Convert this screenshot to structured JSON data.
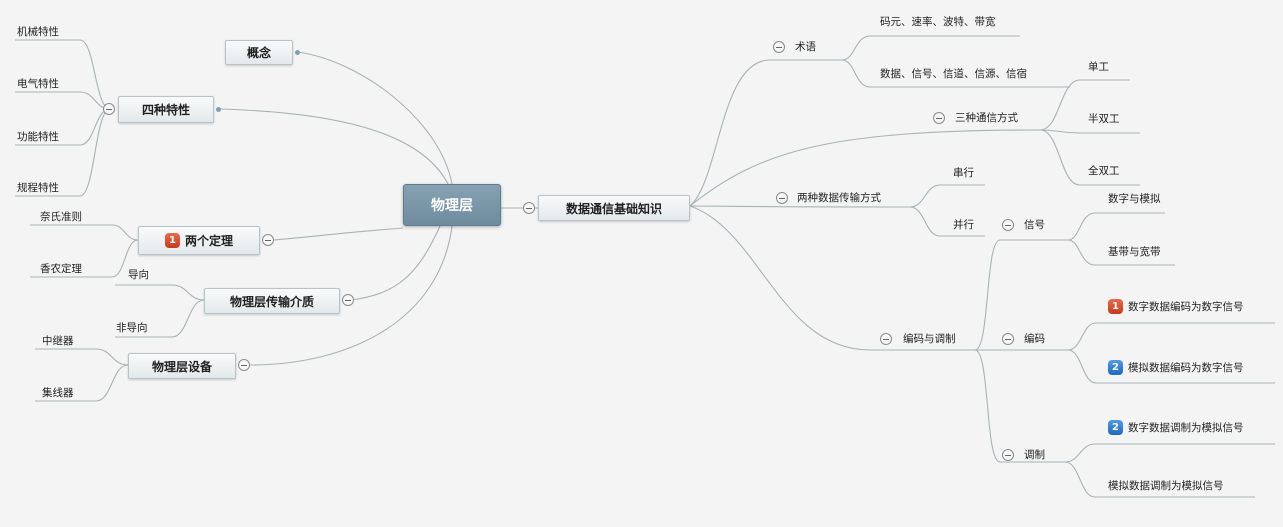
{
  "colors": {
    "background": "#f3f4f3",
    "root_fill": "#7a97a9",
    "connector": "#a8b2b7",
    "badge_red": "#d9472a",
    "badge_blue": "#2f7fd8"
  },
  "root": {
    "label": "物理层"
  },
  "left": {
    "concept": "概念",
    "four_characteristics": {
      "label": "四种特性",
      "items": [
        "机械特性",
        "电气特性",
        "功能特性",
        "规程特性"
      ]
    },
    "two_theorems": {
      "label": "两个定理",
      "badge": "1",
      "items": [
        "奈氏准则",
        "香农定理"
      ]
    },
    "media": {
      "label": "物理层传输介质",
      "items": [
        "导向",
        "非导向"
      ]
    },
    "devices": {
      "label": "物理层设备",
      "items": [
        "中继器",
        "集线器"
      ]
    }
  },
  "right": {
    "basics": {
      "label": "数据通信基础知识"
    },
    "terms": {
      "label": "术语",
      "items": [
        "码元、速率、波特、带宽",
        "数据、信号、信道、信源、信宿"
      ]
    },
    "three_modes": {
      "label": "三种通信方式",
      "items": [
        "单工",
        "半双工",
        "全双工"
      ]
    },
    "two_transmission": {
      "label": "两种数据传输方式",
      "items": [
        "串行",
        "并行"
      ]
    },
    "encoding_modulation": {
      "label": "编码与调制",
      "signal": {
        "label": "信号",
        "items": [
          "数字与模拟",
          "基带与宽带"
        ]
      },
      "encoding": {
        "label": "编码",
        "items": [
          {
            "badge": "1",
            "text": "数字数据编码为数字信号"
          },
          {
            "badge": "2",
            "text": "模拟数据编码为数字信号"
          }
        ]
      },
      "modulation": {
        "label": "调制",
        "items": [
          {
            "badge": "2",
            "text": "数字数据调制为模拟信号"
          },
          {
            "badge": "",
            "text": "模拟数据调制为模拟信号"
          }
        ]
      }
    }
  }
}
